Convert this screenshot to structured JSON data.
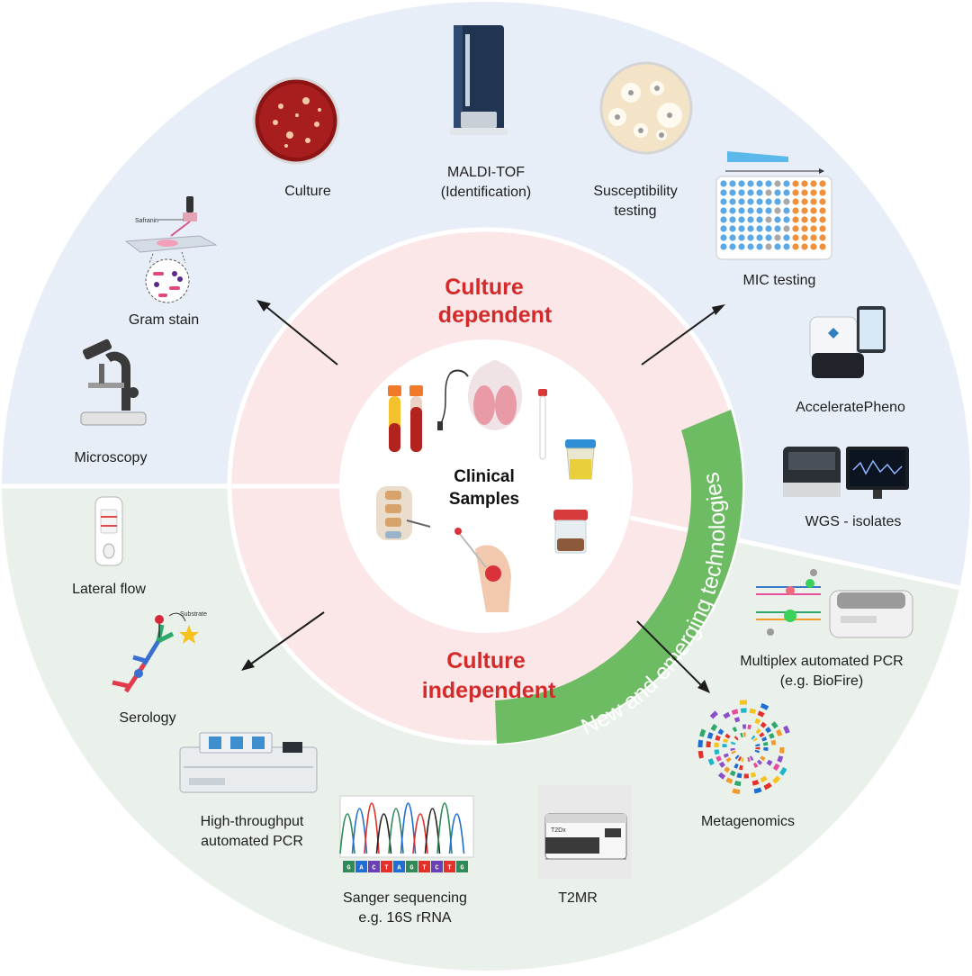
{
  "colors": {
    "outer_top": "#e8eef8",
    "outer_bottom": "#eaf1ea",
    "inner_ring": "#fbe6e8",
    "center": "#ffffff",
    "heading_red": "#d42a2a",
    "band_green": "#6dbb62",
    "arrow": "#1d1d1d"
  },
  "center": {
    "line1": "Clinical",
    "line2": "Samples"
  },
  "culture_dependent": {
    "line1": "Culture",
    "line2": "dependent",
    "items": {
      "culture": "Culture",
      "maldi_line1": "MALDI-TOF",
      "maldi_line2": "(Identification)",
      "suscept_line1": "Susceptibility",
      "suscept_line2": "testing",
      "gram": "Gram stain",
      "safranin": "Safranin",
      "microscopy": "Microscopy",
      "mic": "MIC testing",
      "accelerate": "AcceleratePheno",
      "wgs": "WGS - isolates"
    }
  },
  "culture_independent": {
    "line1": "Culture",
    "line2": "independent",
    "items": {
      "lateral": "Lateral flow",
      "serology": "Serology",
      "substrate": "Substrate",
      "htp_line1": "High-throughput",
      "htp_line2": "automated PCR",
      "sanger_line1": "Sanger sequencing",
      "sanger_line2": "e.g. 16S rRNA",
      "sanger_bases": [
        "G",
        "A",
        "C",
        "T",
        "A",
        "G",
        "T",
        "C",
        "T",
        "G"
      ],
      "t2mr": "T2MR",
      "t2dx": "T2Dx",
      "metagenomics": "Metagenomics",
      "multiplex_line1": "Multiplex automated  PCR",
      "multiplex_line2": "(e.g. BioFire)"
    }
  },
  "emerging_band": "New and emerging technologies"
}
